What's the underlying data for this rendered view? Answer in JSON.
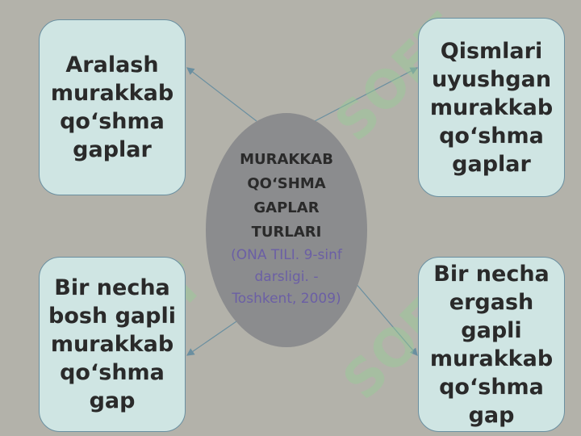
{
  "center": {
    "title": "MURAKKAB\nQO‘SHMA\nGAPLAR\nTURLARI",
    "subtitle": "(ONA TILI. 9-sinf\ndarsligi. -\nToshkent, 2009)"
  },
  "boxes": {
    "top_left": "Aralash\nmurakkab\nqo‘shma\ngaplar",
    "top_right": "Qismlari\nuyushgan\nmurakkab\nqo‘shma\ngaplar",
    "bottom_left": "Bir necha\nbosh gapli\nmurakkab\nqo‘shma gap",
    "bottom_right": "Bir necha\nergash gapli\nmurakkab\nqo‘shma gap"
  },
  "watermark": "SOFT",
  "colors": {
    "background": "#b3b2aa",
    "box_fill": "#cfe5e3",
    "box_border": "#6a8fa0",
    "ellipse_fill": "#8b8c8e",
    "subtitle_text": "#6b5fa5",
    "watermark": "#96cd96"
  }
}
